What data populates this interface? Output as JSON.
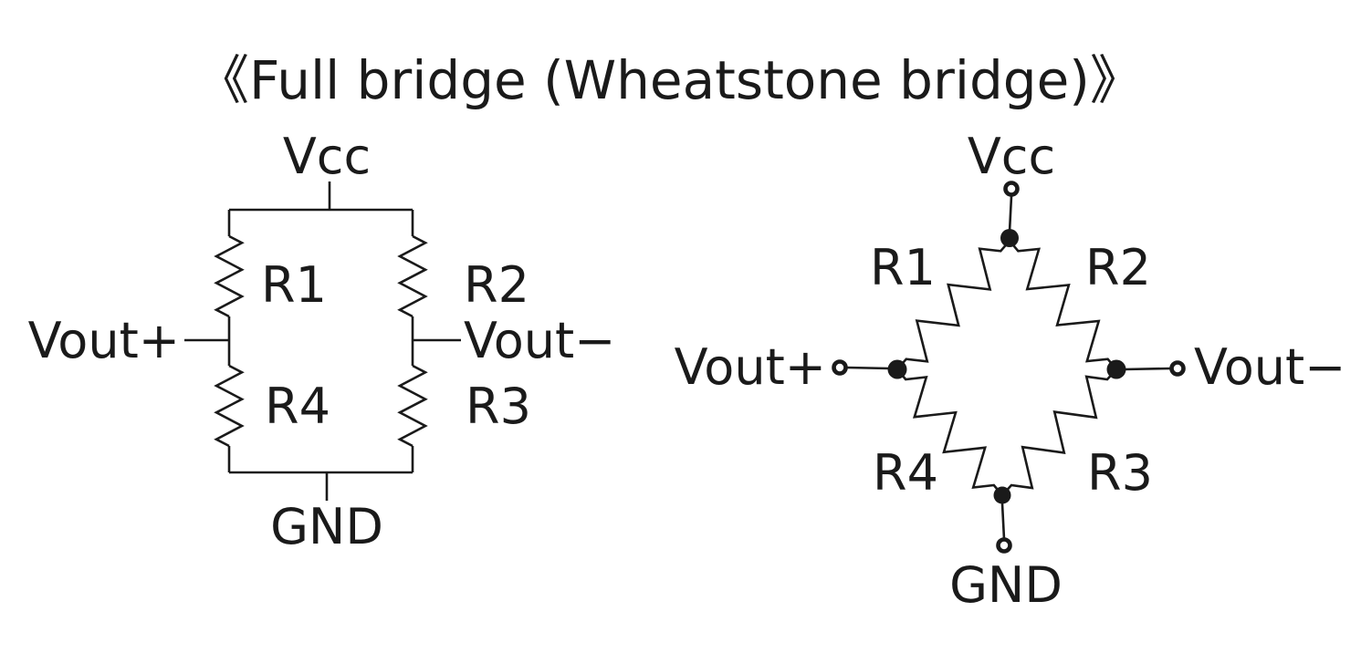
{
  "title": "《Full bridge (Wheatstone bridge)》",
  "colors": {
    "ink": "#1a1a1a",
    "background": "#ffffff"
  },
  "left_schematic": {
    "labels": {
      "vcc": "Vcc",
      "gnd": "GND",
      "vout_plus": "Vout+",
      "vout_minus": "Vout−",
      "r1": "R1",
      "r2": "R2",
      "r3": "R3",
      "r4": "R4"
    }
  },
  "right_schematic": {
    "labels": {
      "vcc": "Vcc",
      "gnd": "GND",
      "vout_plus": "Vout+",
      "vout_minus": "Vout−",
      "r1": "R1",
      "r2": "R2",
      "r3": "R3",
      "r4": "R4"
    }
  }
}
